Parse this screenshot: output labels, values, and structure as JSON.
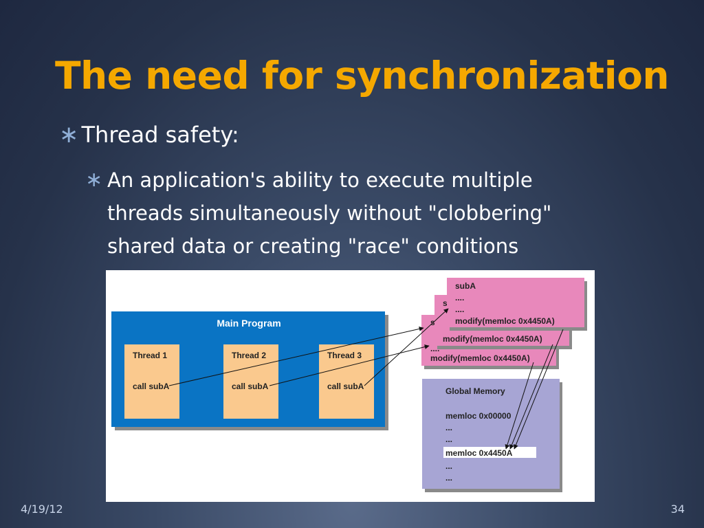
{
  "slide": {
    "title": "The need for synchronization",
    "bullet1": "Thread safety:",
    "bullet2": "An application's ability to execute multiple threads simultaneously without \"clobbering\" shared data or creating \"race\" conditions",
    "bullet_icon": "asterisk-icon"
  },
  "diagram": {
    "main_program": "Main Program",
    "threads": [
      {
        "name": "Thread 1",
        "call": "call subA"
      },
      {
        "name": "Thread 2",
        "call": "call subA"
      },
      {
        "name": "Thread 3",
        "call": "call subA"
      }
    ],
    "suba": {
      "title": "subA",
      "line1": "....",
      "line2": "....",
      "modify": "modify(memloc 0x4450A)",
      "back_stub": "s",
      "back_dots": "...."
    },
    "memory": {
      "title": "Global Memory",
      "lines": [
        "memloc 0x00000",
        "...",
        "..."
      ],
      "highlight": "memloc 0x4450A",
      "tail": [
        "...",
        "..."
      ]
    }
  },
  "footer": {
    "date": "4/19/12",
    "page": "34"
  },
  "colors": {
    "title": "#f5a800",
    "main_program_bg": "#0a74c4",
    "thread_bg": "#fac98e",
    "suba_bg": "#e888bb",
    "memory_bg": "#a7a5d4"
  }
}
